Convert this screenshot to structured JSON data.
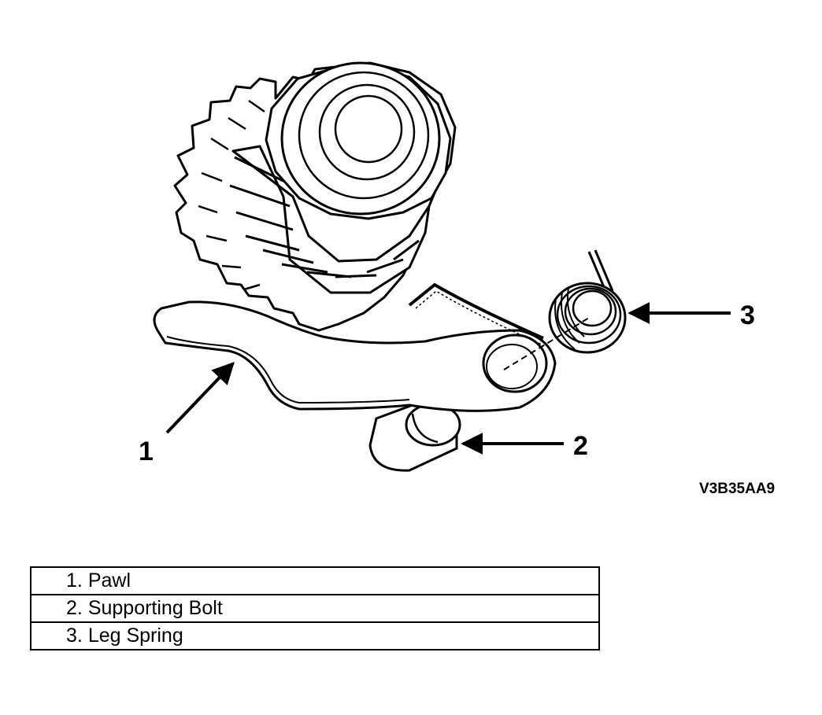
{
  "callouts": [
    {
      "id": "pawl",
      "number": "1"
    },
    {
      "id": "supporting-bolt",
      "number": "2"
    },
    {
      "id": "leg-spring",
      "number": "3"
    }
  ],
  "figure_code": "V3B35AA9",
  "legend": {
    "rows": [
      {
        "number": "1.",
        "label": "Pawl"
      },
      {
        "number": "2.",
        "label": "Supporting Bolt"
      },
      {
        "number": "3.",
        "label": "Leg Spring"
      }
    ]
  }
}
